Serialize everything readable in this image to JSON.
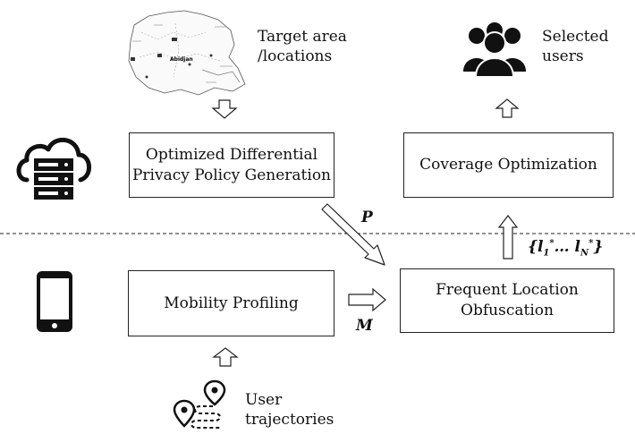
{
  "boxes": {
    "policy_line1": "Optimized Differential",
    "policy_line2": "Privacy Policy Generation",
    "coverage": "Coverage Optimization",
    "mobility": "Mobility Profiling",
    "obfuscation_line1": "Frequent Location",
    "obfuscation_line2": "Obfuscation"
  },
  "labels": {
    "target_line1": "Target area",
    "target_line2": "/locations",
    "selected_line1": "Selected",
    "selected_line2": "users",
    "trajectories_line1": "User",
    "trajectories_line2": "trajectories"
  },
  "math": {
    "p": "P",
    "m": "M",
    "set_open": "{",
    "l1": "l",
    "l1_sub": "1",
    "l1_sup": "*",
    "dots": "… ",
    "lN": "l",
    "lN_sub": "N",
    "lN_sup": "*",
    "set_close": "}"
  },
  "map": {
    "city": "Abidjan"
  },
  "icons": [
    "map-icon",
    "cloud-server-icon",
    "users-group-icon",
    "smartphone-icon",
    "trajectory-pins-icon"
  ]
}
